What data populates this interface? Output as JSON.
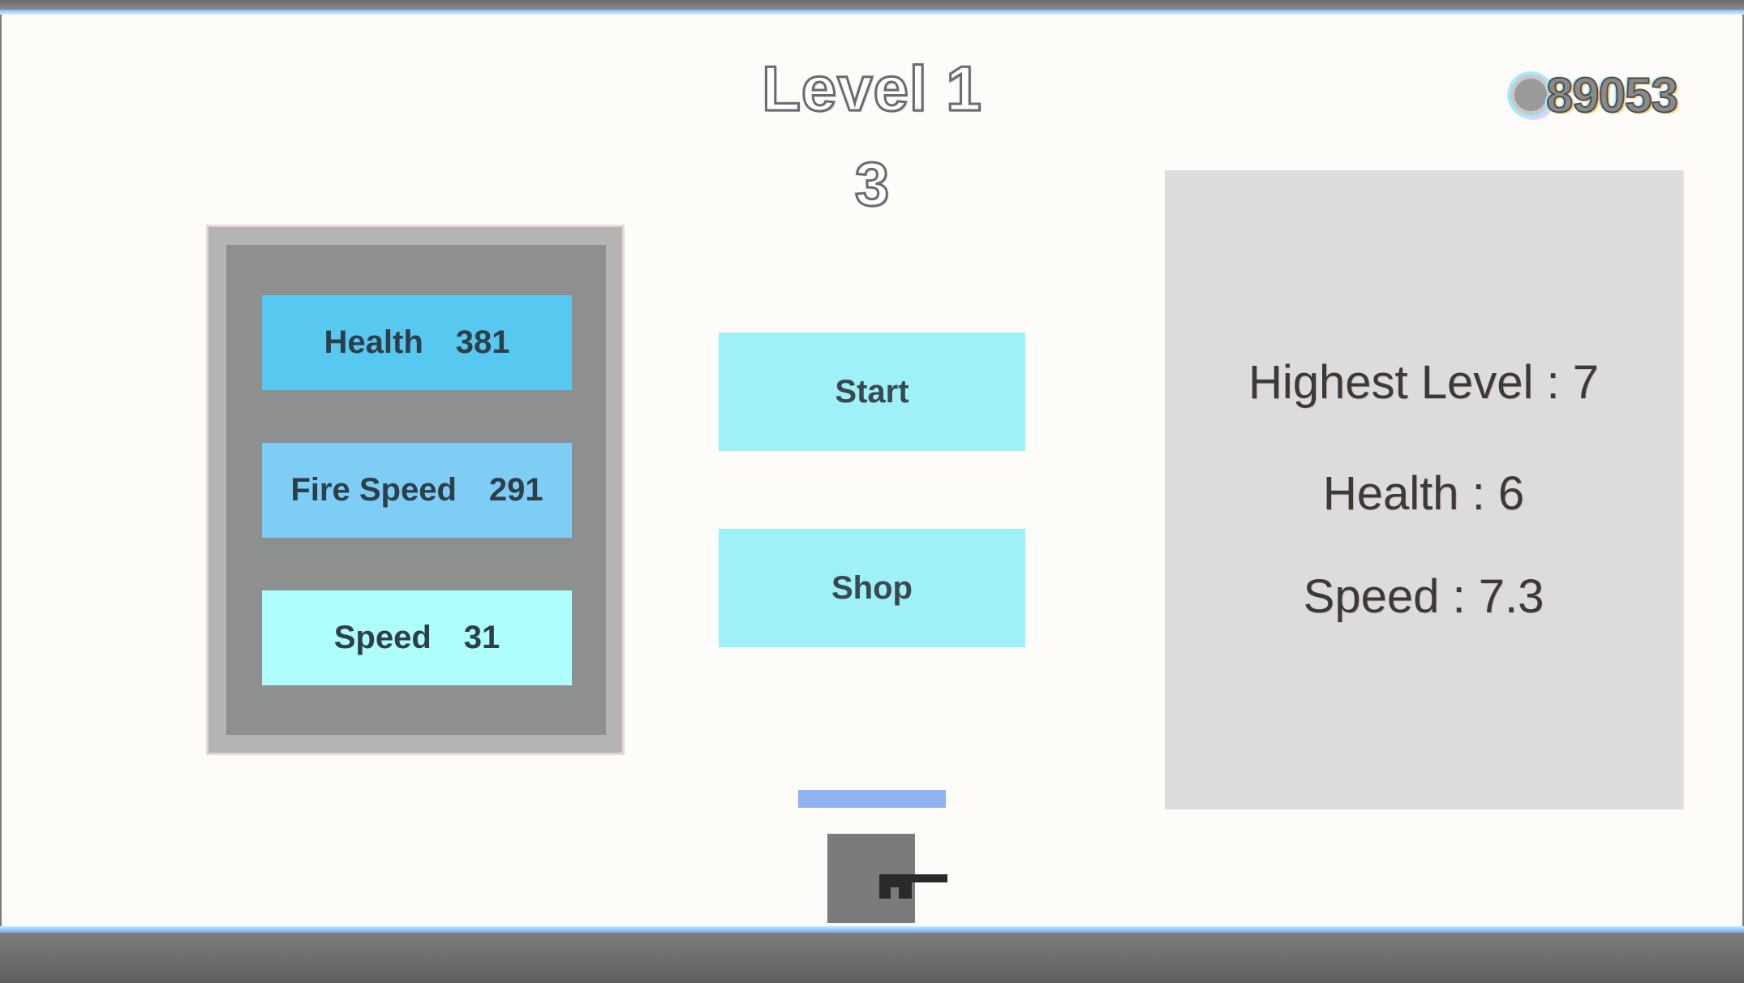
{
  "hud": {
    "level_title": "Level 1",
    "countdown": "3",
    "coins": "89053"
  },
  "upgrades": [
    {
      "label": "Health",
      "cost": "381"
    },
    {
      "label": "Fire Speed",
      "cost": "291"
    },
    {
      "label": "Speed",
      "cost": "31"
    }
  ],
  "menu": {
    "start_label": "Start",
    "shop_label": "Shop"
  },
  "stats": {
    "highest_level": "Highest Level : 7",
    "health": "Health : 6",
    "speed": "Speed : 7.3"
  },
  "icons": {
    "coin": "coin-icon"
  },
  "colors": {
    "health_button": "#57c8ef",
    "fire_speed_button": "#7dcdf5",
    "speed_button": "#aefefb",
    "menu_button": "#9ff1f8",
    "player_health_bar": "#8fb3f1"
  }
}
